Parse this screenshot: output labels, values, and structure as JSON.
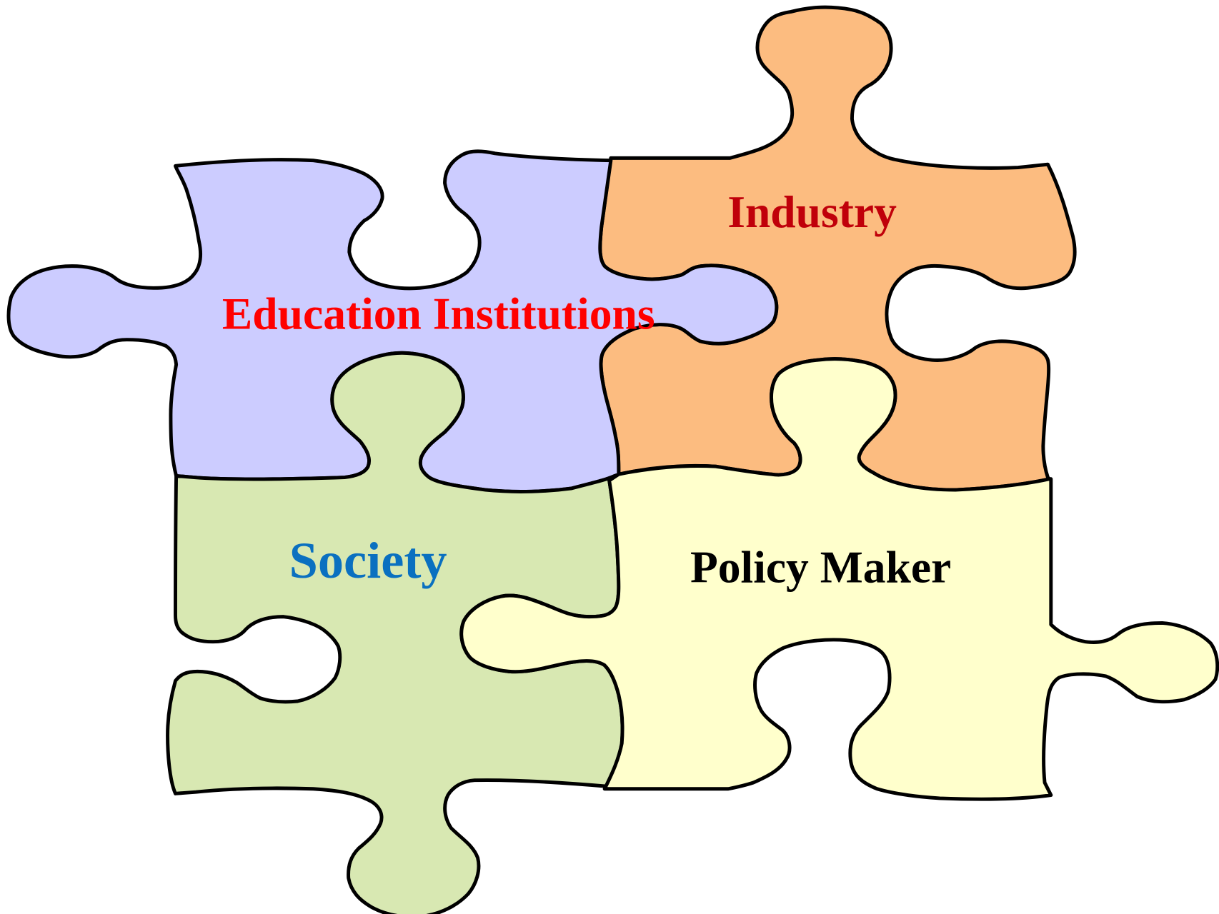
{
  "pieces": {
    "education": {
      "label": "Education Institutions",
      "fill": "#ccccff",
      "text_color": "#ff0000"
    },
    "industry": {
      "label": "Industry",
      "fill": "#fcbc80",
      "text_color": "#c0000a"
    },
    "society": {
      "label": "Society",
      "fill": "#d8e8b2",
      "text_color": "#0a70c0"
    },
    "policy": {
      "label": "Policy Maker",
      "fill": "#ffffcc",
      "text_color": "#000000"
    }
  }
}
